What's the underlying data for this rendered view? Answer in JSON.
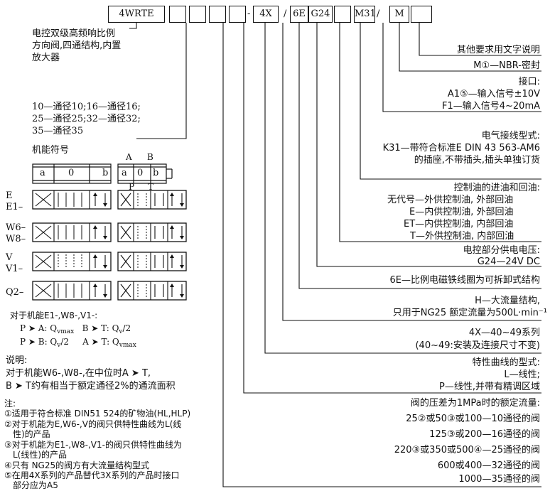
{
  "code_boxes": [
    "4WRTE",
    "",
    "",
    "",
    "",
    "4X",
    "6E",
    "G24",
    "",
    "M31",
    "",
    "M",
    ""
  ],
  "separators": [
    "-",
    "/",
    "/"
  ],
  "left": {
    "intro": [
      "电控双级高频响比例",
      "方向阀,四通结构,内置",
      "放大器"
    ],
    "sizes": [
      "10—通径10;16—通径16;",
      "25—通径25;32—通径32;",
      "35—通径35"
    ],
    "function_symbol_label": "机能符号",
    "port_labels": {
      "A": "A",
      "B": "B",
      "P": "P",
      "T": "T"
    },
    "basic_symbol_cells": [
      "a",
      "0",
      "b"
    ],
    "symbol_rows": [
      {
        "codes": "E\nE1–"
      },
      {
        "codes": "W6–\nW8–"
      },
      {
        "codes": "V\nV1–"
      },
      {
        "codes": "Q2–"
      }
    ],
    "flow_title": "对于机能E1-,W8-,V1-:",
    "flow_rows": [
      [
        "P ➤ A: Q",
        "vmax",
        "B ➤ T: Q",
        "v",
        "/2"
      ],
      [
        "P ➤ B: Q",
        "v",
        "/2",
        "A ➤ T: Q",
        "vmax"
      ]
    ],
    "explain_title": "说明:",
    "explain_lines": [
      "对于机能W6-,W8-,在中位时A ➤ T,",
      "B ➤ T约有相当于额定通径2%的通流面积"
    ],
    "notes_title": "注:",
    "notes": [
      "①适用于符合标准 DIN51 524的矿物油(HL,HLP)",
      "②对于机能为E,W6-,V的阀只供特性曲线为L(线",
      "性)的产品",
      "③对于机能为E1-,W8-,V1-的阀只供特性曲线为",
      "L(线性)的产品",
      "④只有 NG25的阀方有大流量结构型式",
      "⑤在用4X系列的产品替代3X系列的产品时接口",
      "部分应为A5"
    ]
  },
  "right": {
    "other": "其他要求用文字说明",
    "seal": "M①—NBR-密封",
    "interface": [
      "接口:",
      "A1⑤—输入信号±10V",
      "F1—输入信号4~20mA"
    ],
    "electrical": [
      "电气接线型式:",
      "K31—带符合标准E DIN 43 563-AM6",
      "的插座,不带插头,插头单独订货"
    ],
    "pilot": [
      "控制油的进油和回油:",
      "无代号—外供控制油, 外部回油",
      "E—内供控制油, 外部回油",
      "ET—内供控制油, 内部回油",
      "T—外供控制油, 内部回油"
    ],
    "voltage": [
      "电控部分供电电压:",
      "G24—24V DC"
    ],
    "coil": "6E—比例电磁铁线圈为可拆卸式结构",
    "flow_struct": [
      "H—大流量结构,",
      "只用于NG25  额定流量为500L·min⁻¹"
    ],
    "series": [
      "4X—40~49系列",
      "(40~49:安装及连接尺寸不变)"
    ],
    "curve": [
      "特性曲线的型式:",
      "L—线性;",
      "P—线性,并带有精调区域"
    ],
    "rated_flow": [
      "阀的压差为1MPa时的额定流量:",
      "25②或50③或100—10通径的阀",
      "125③或200—16通径的阀",
      "220③或350或500④—25通径的阀",
      "600或400—32通径的阀",
      "1000—35通径的阀"
    ]
  }
}
